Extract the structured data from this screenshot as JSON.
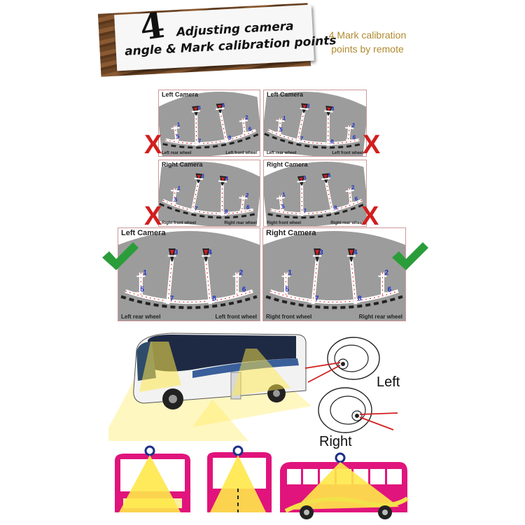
{
  "header": {
    "step_number": "4",
    "title_line1": "Adjusting camera",
    "title_line2": "angle & Mark calibration points",
    "side_note_line1": "4.Mark calibration",
    "side_note_line2": "points by remote"
  },
  "panels": {
    "left_camera": "Left Camera",
    "right_camera": "Right Camera",
    "left_rear_wheel": "Left rear wheel",
    "left_front_wheel": "Left front wheel",
    "right_front_wheel": "Right front wheel",
    "right_rear_wheel": "Right rear wheel",
    "point_labels": [
      "1",
      "2",
      "3",
      "4",
      "5",
      "6",
      "7",
      "8"
    ]
  },
  "status_marks": {
    "wrong": "X"
  },
  "camera_diagram": {
    "left_label": "Left",
    "right_label": "Right"
  },
  "colors": {
    "wrong": "#d21e1e",
    "correct": "#2a9d3a",
    "bus_pink": "#e0147c",
    "light_yellow": "#ffe84a"
  }
}
